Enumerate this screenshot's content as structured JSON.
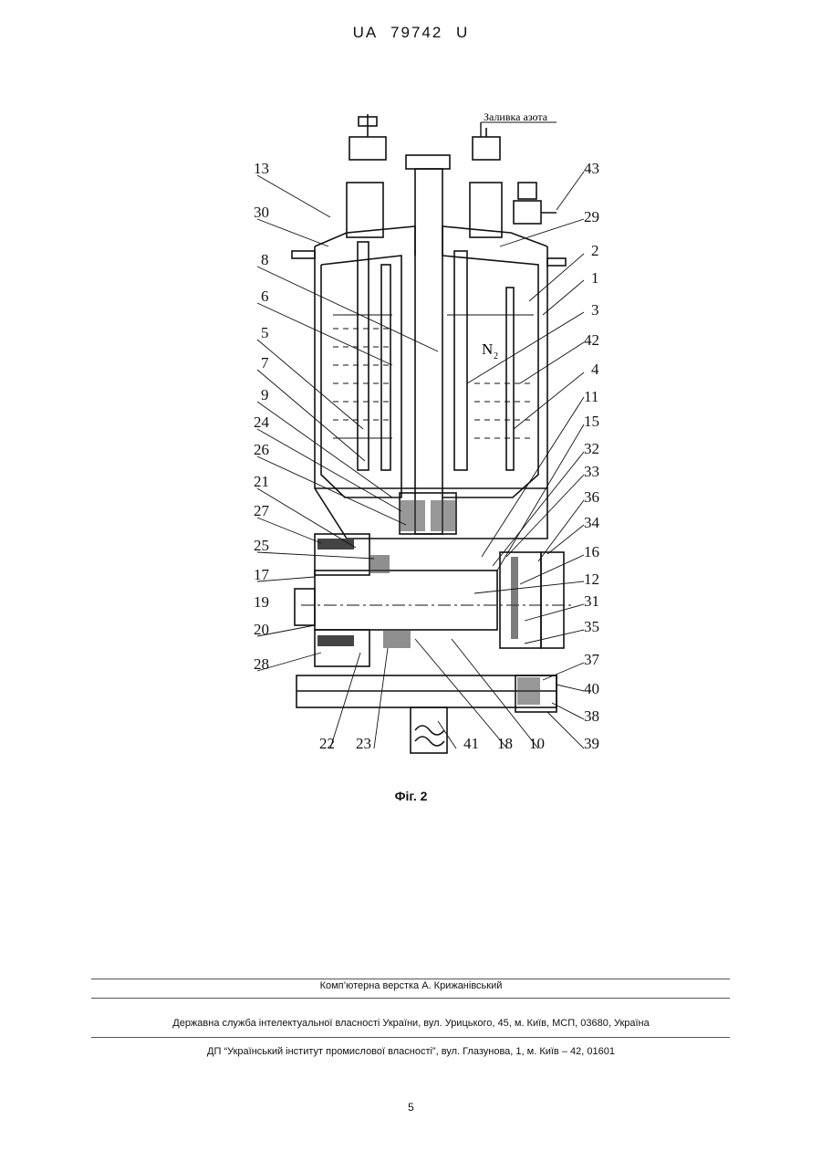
{
  "header": {
    "patent_number": "UA 79742 U"
  },
  "figure": {
    "inflow_label": "Заливка азота",
    "medium_label": "N",
    "medium_subscript": "2",
    "caption": "Фіг. 2",
    "part_numbers": [
      "13",
      "30",
      "8",
      "6",
      "5",
      "7",
      "9",
      "24",
      "26",
      "21",
      "27",
      "25",
      "17",
      "19",
      "20",
      "28",
      "22",
      "23",
      "41",
      "18",
      "10",
      "39",
      "38",
      "40",
      "37",
      "35",
      "31",
      "12",
      "16",
      "34",
      "36",
      "33",
      "32",
      "15",
      "11",
      "4",
      "42",
      "3",
      "1",
      "2",
      "29",
      "43"
    ]
  },
  "footer": {
    "typesetting": "Комп’ютерна верстка А. Крижанівський",
    "office": "Державна служба інтелектуальної власності України, вул. Урицького, 45, м. Київ, МСП, 03680, Україна",
    "institute": "ДП “Український інститут промислової власності”, вул. Глазунова, 1, м. Київ – 42, 01601",
    "page_number": "5"
  }
}
